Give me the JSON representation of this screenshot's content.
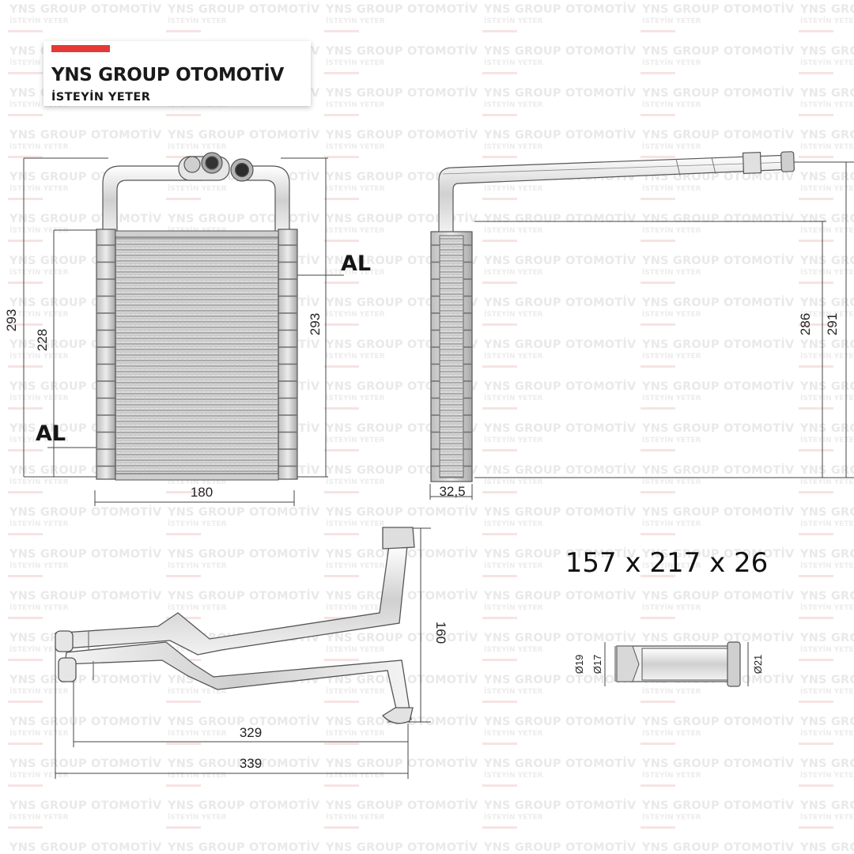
{
  "logo": {
    "brand": "YNS GROUP OTOMOTİV",
    "slogan": "İSTEYİN YETER",
    "accent_color": "#e53935"
  },
  "watermark": {
    "brand": "YNS GROUP OTOMOTİV",
    "slogan": "İSTEYİN YETER"
  },
  "front_view": {
    "height_total": "293",
    "height_core": "228",
    "height_right": "293",
    "width": "180",
    "material_top": "AL",
    "material_bottom": "AL"
  },
  "side_view": {
    "height_inner": "286",
    "height_outer": "291",
    "depth": "32,5"
  },
  "pipe_view": {
    "height": "160",
    "length_inner": "329",
    "length_outer": "339"
  },
  "core_size": "157 x 217 x 26",
  "pipe_detail": {
    "diameter_a": "Ø19",
    "diameter_b": "Ø17",
    "diameter_c": "Ø21"
  }
}
